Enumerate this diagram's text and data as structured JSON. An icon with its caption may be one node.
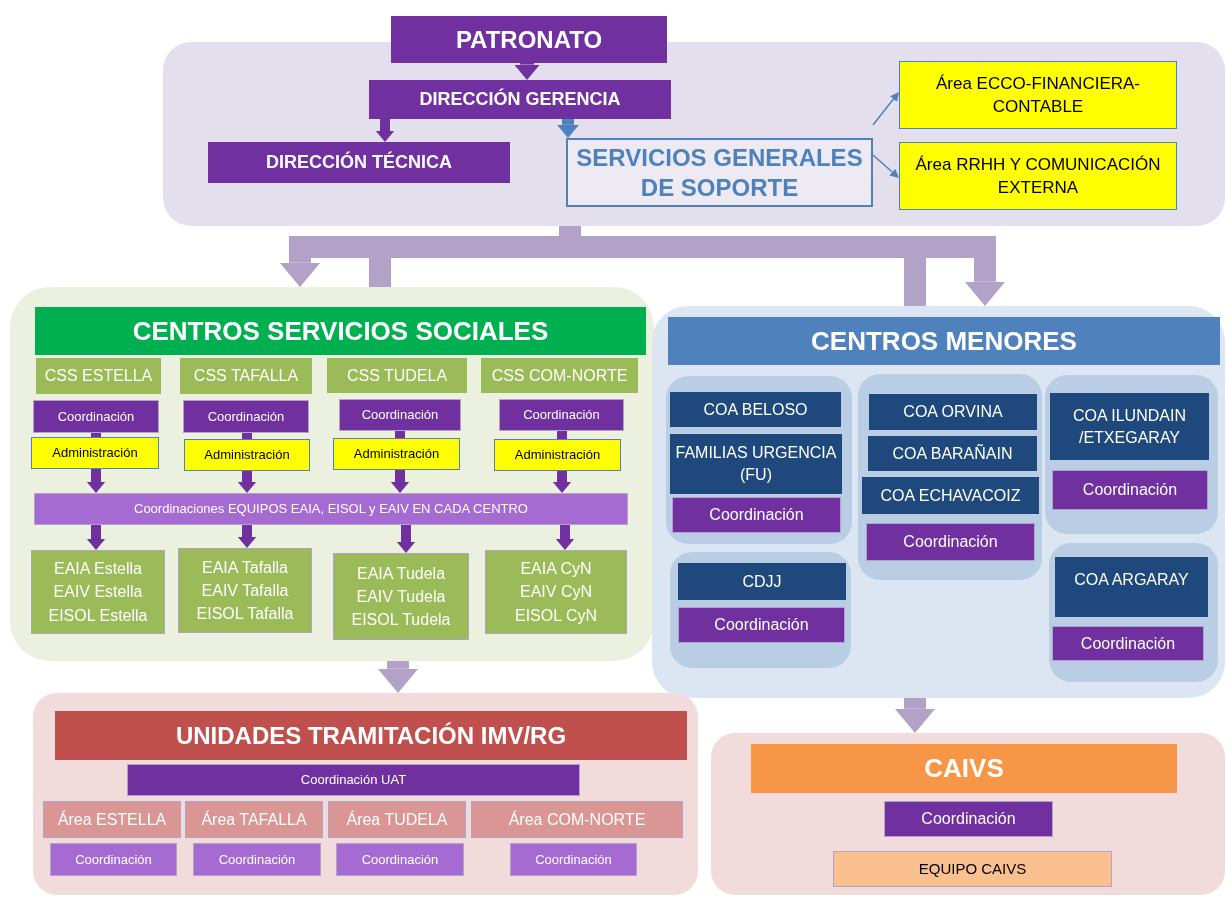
{
  "diagram": {
    "nodes": [
      {
        "text": [
          "PATRONATO"
        ]
      },
      {
        "text": [],
        "shape": "box"
      },
      {
        "text": [
          "DIRECCIÓN GERENCIA"
        ],
        "in": 1
      },
      {
        "text": [
          "DIRECCIÓN TÉCNICA"
        ],
        "in": 1
      },
      {
        "text": [
          "SERVICIOS GENERALES DE SOPORTE"
        ],
        "in": 1
      },
      {
        "text": [
          "Área ECCO-FINANCIERA-CONTABLE"
        ],
        "in": 1
      },
      {
        "text": [
          "Área RRHH Y COMUNICACIÓN EXTERNA"
        ],
        "in": 1
      },
      {
        "text": [],
        "shape": "box"
      },
      {
        "text": [
          "CENTROS SERVICIOS SOCIALES"
        ],
        "in": 7
      },
      {
        "text": [
          "CSS ESTELLA"
        ],
        "in": 7
      },
      {
        "text": [
          "CSS TAFALLA"
        ],
        "in": 7
      },
      {
        "text": [
          "CSS TUDELA"
        ],
        "in": 7
      },
      {
        "text": [
          "CSS COM-NORTE"
        ],
        "in": 7
      },
      {
        "text": [
          "Coordinación"
        ],
        "in": 7
      },
      {
        "text": [
          "Coordinación"
        ],
        "in": 7
      },
      {
        "text": [
          "Coordinación"
        ],
        "in": 7
      },
      {
        "text": [
          "Coordinación"
        ],
        "in": 7
      },
      {
        "text": [
          "Administración"
        ],
        "in": 7
      },
      {
        "text": [
          "Administración"
        ],
        "in": 7
      },
      {
        "text": [
          "Administración"
        ],
        "in": 7
      },
      {
        "text": [
          "Administración"
        ],
        "in": 7
      },
      {
        "text": [
          "Coordinaciones EQUIPOS EAIA, EISOL y EAIV EN CADA CENTRO"
        ],
        "in": 7
      },
      {
        "text": [
          "EAIA Estella",
          "EAIV Estella",
          "EISOL Estella"
        ],
        "in": 7
      },
      {
        "text": [
          "EAIA Tafalla",
          "EAIV Tafalla",
          "EISOL Tafalla"
        ],
        "in": 7
      },
      {
        "text": [
          "EAIA Tudela",
          "EAIV Tudela",
          "EISOL Tudela"
        ],
        "in": 7
      },
      {
        "text": [
          "EAIA CyN",
          "EAIV CyN",
          "EISOL CyN"
        ],
        "in": 7
      },
      {
        "text": [],
        "shape": "box"
      },
      {
        "text": [
          "CENTROS MENORES"
        ],
        "in": 26
      },
      {
        "text": [],
        "shape": "box",
        "in": 26
      },
      {
        "text": [
          "COA BELOSO"
        ],
        "in": 28
      },
      {
        "text": [
          "FAMILIAS URGENCIA (FU)"
        ],
        "in": 28
      },
      {
        "text": [
          "Coordinación"
        ],
        "in": 28
      },
      {
        "text": [],
        "shape": "box",
        "in": 26
      },
      {
        "text": [
          "COA ORVINA"
        ],
        "in": 32
      },
      {
        "text": [
          "COA BARAÑAIN"
        ],
        "in": 32
      },
      {
        "text": [
          "COA ECHAVACOIZ"
        ],
        "in": 32
      },
      {
        "text": [
          "Coordinación"
        ],
        "in": 32
      },
      {
        "text": [],
        "shape": "box",
        "in": 26
      },
      {
        "text": [
          "COA ILUNDAIN /ETXEGARAY"
        ],
        "in": 37
      },
      {
        "text": [
          "Coordinación"
        ],
        "in": 37
      },
      {
        "text": [],
        "shape": "box",
        "in": 26
      },
      {
        "text": [
          "CDJJ"
        ],
        "in": 40
      },
      {
        "text": [
          "Coordinación"
        ],
        "in": 40
      },
      {
        "text": [],
        "shape": "box",
        "in": 26
      },
      {
        "text": [
          "COA ARGARAY"
        ],
        "in": 43
      },
      {
        "text": [
          "Coordinación"
        ],
        "in": 43
      },
      {
        "text": [],
        "shape": "box"
      },
      {
        "text": [
          "UNIDADES TRAMITACIÓN IMV/RG"
        ],
        "in": 46
      },
      {
        "text": [
          "Coordinación UAT"
        ],
        "in": 46
      },
      {
        "text": [
          "Área ESTELLA"
        ],
        "in": 46
      },
      {
        "text": [
          "Área TAFALLA"
        ],
        "in": 46
      },
      {
        "text": [
          "Área TUDELA"
        ],
        "in": 46
      },
      {
        "text": [
          "Área COM-NORTE"
        ],
        "in": 46
      },
      {
        "text": [
          "Coordinación"
        ],
        "in": 46
      },
      {
        "text": [
          "Coordinación"
        ],
        "in": 46
      },
      {
        "text": [
          "Coordinación"
        ],
        "in": 46
      },
      {
        "text": [
          "Coordinación"
        ],
        "in": 46
      },
      {
        "text": [],
        "shape": "box"
      },
      {
        "text": [
          "CAIVS"
        ],
        "in": 57
      },
      {
        "text": [
          "Coordinación"
        ],
        "in": 57
      },
      {
        "text": [
          "EQUIPO CAIVS"
        ],
        "in": 57
      }
    ],
    "edges": [
      {
        "from": 0,
        "to": 2,
        "arrow": "to"
      },
      {
        "from": 2,
        "to": 3,
        "arrow": "to"
      },
      {
        "from": 2,
        "to": 4,
        "arrow": "to",
        "color": "#4f81bd"
      },
      {
        "from": 4,
        "to": 5,
        "arrow": "to",
        "color": "#4f81bd"
      },
      {
        "from": 4,
        "to": 6,
        "arrow": "to",
        "color": "#4f81bd"
      },
      {
        "from": 1,
        "to": 7,
        "arrow": "to",
        "style": "thick",
        "color": "#b3a2c7"
      },
      {
        "from": 1,
        "to": 26,
        "arrow": "to",
        "style": "thick",
        "color": "#b3a2c7"
      },
      {
        "from": 1,
        "to": 7,
        "arrow": "none",
        "style": "thick",
        "color": "#b3a2c7"
      },
      {
        "from": 1,
        "to": 26,
        "arrow": "none",
        "style": "thick",
        "color": "#b3a2c7"
      },
      {
        "from": 13,
        "to": 17,
        "arrow": "none"
      },
      {
        "from": 14,
        "to": 18,
        "arrow": "none"
      },
      {
        "from": 15,
        "to": 19,
        "arrow": "none"
      },
      {
        "from": 16,
        "to": 20,
        "arrow": "none"
      },
      {
        "from": 17,
        "to": 21,
        "arrow": "to"
      },
      {
        "from": 18,
        "to": 21,
        "arrow": "to"
      },
      {
        "from": 19,
        "to": 21,
        "arrow": "to"
      },
      {
        "from": 20,
        "to": 21,
        "arrow": "to"
      },
      {
        "from": 21,
        "to": 22,
        "arrow": "to"
      },
      {
        "from": 21,
        "to": 23,
        "arrow": "to"
      },
      {
        "from": 21,
        "to": 24,
        "arrow": "to"
      },
      {
        "from": 21,
        "to": 25,
        "arrow": "to"
      },
      {
        "from": 7,
        "to": 46,
        "arrow": "to",
        "style": "thick",
        "color": "#b3a2c7"
      },
      {
        "from": 26,
        "to": 57,
        "arrow": "to",
        "style": "thick",
        "color": "#b3a2c7"
      }
    ]
  }
}
